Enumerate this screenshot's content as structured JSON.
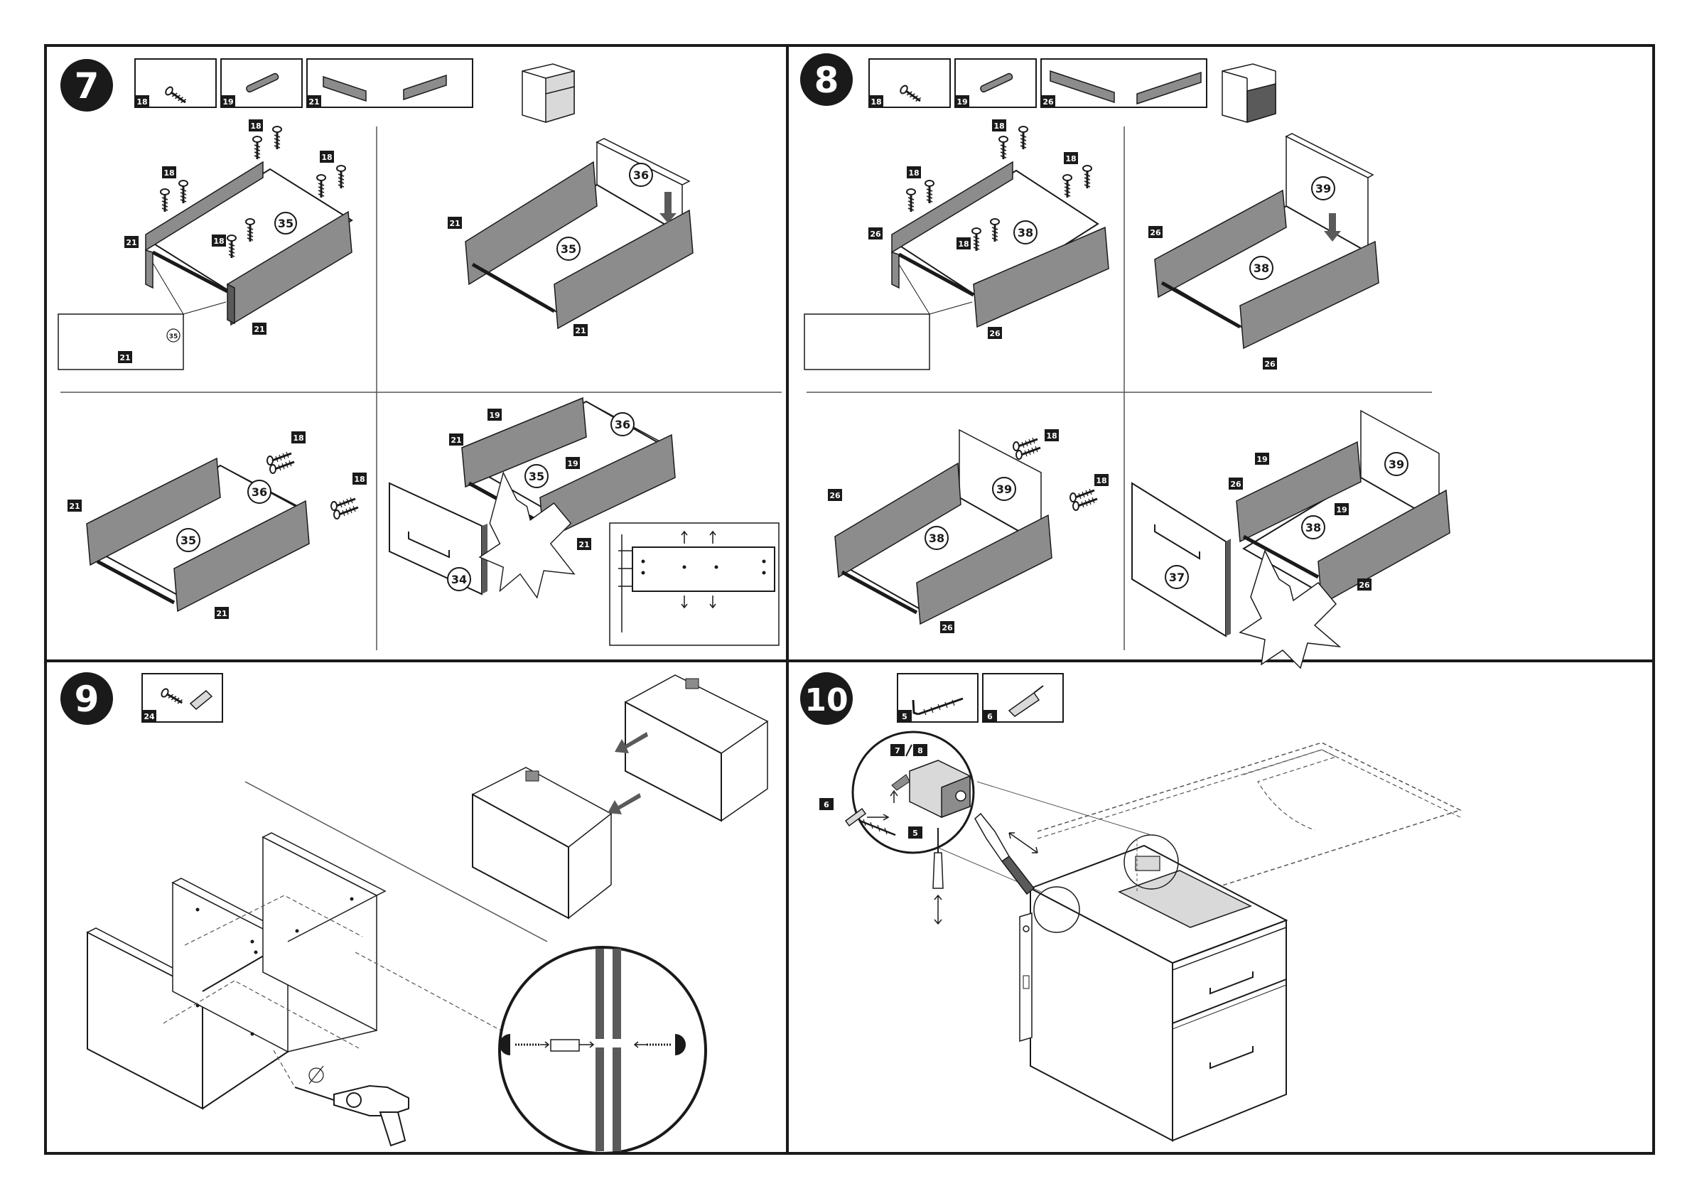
{
  "steps": [
    {
      "number": "7",
      "parts": [
        "18",
        "19",
        "21"
      ]
    },
    {
      "number": "8",
      "parts": [
        "18",
        "19",
        "26"
      ]
    },
    {
      "number": "9",
      "parts": [
        "24"
      ]
    },
    {
      "number": "10",
      "parts": [
        "5",
        "6"
      ]
    }
  ],
  "step7": {
    "tl": {
      "tags": [
        "18",
        "18",
        "18",
        "18",
        "21",
        "21",
        "21"
      ],
      "circles": [
        "35",
        "35"
      ]
    },
    "tr": {
      "tags": [
        "21",
        "21"
      ],
      "circles": [
        "36",
        "35"
      ]
    },
    "bl": {
      "tags": [
        "18",
        "18",
        "21",
        "21"
      ],
      "circles": [
        "36",
        "35"
      ]
    },
    "br": {
      "tags": [
        "19",
        "19",
        "21",
        "21"
      ],
      "circles": [
        "36",
        "35",
        "34"
      ]
    }
  },
  "step8": {
    "tl": {
      "tags": [
        "18",
        "18",
        "18",
        "18",
        "26",
        "26"
      ],
      "circles": [
        "38"
      ]
    },
    "tr": {
      "tags": [
        "26",
        "26"
      ],
      "circles": [
        "39",
        "38"
      ]
    },
    "bl": {
      "tags": [
        "18",
        "18",
        "26",
        "26"
      ],
      "circles": [
        "39",
        "38"
      ]
    },
    "br": {
      "tags": [
        "19",
        "19",
        "26",
        "26"
      ],
      "circles": [
        "39",
        "38",
        "37"
      ]
    }
  },
  "step10": {
    "detail_tags": [
      "7",
      "8",
      "6",
      "5"
    ]
  },
  "colors": {
    "ink": "#1a1a1a",
    "panel_gray": "#8c8c8c",
    "dark_gray": "#5a5a5a",
    "light_gray": "#d9d9d9"
  }
}
